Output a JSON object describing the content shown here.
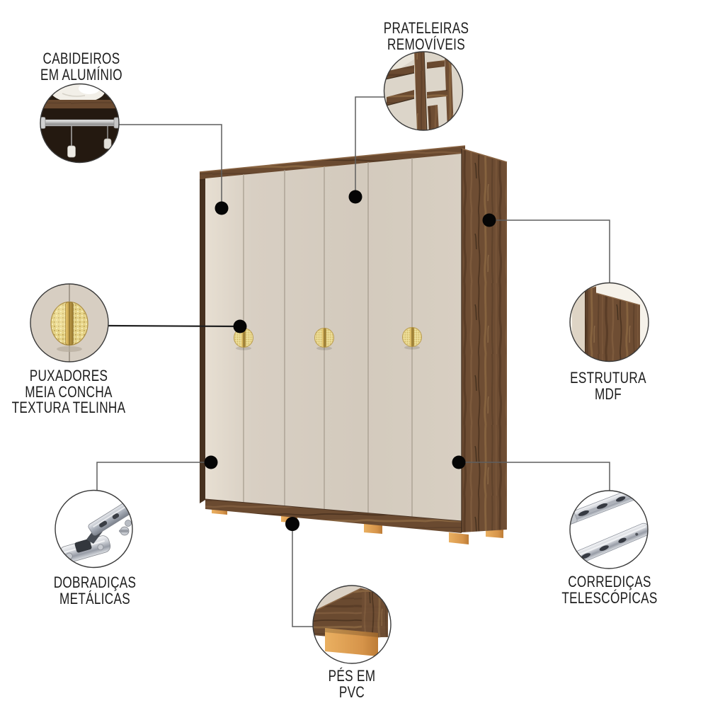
{
  "figure": {
    "kind": "product-feature-diagram",
    "subject": "6-door wardrobe with callout details",
    "background": "#ffffff"
  },
  "callouts": [
    {
      "id": "cabideiros",
      "icon": "aluminum-hanger-rod-icon",
      "label_lines": [
        "CABIDEIROS",
        "EM ALUMÍNIO"
      ]
    },
    {
      "id": "prateleiras",
      "icon": "removable-shelves-icon",
      "label_lines": [
        "PRATELEIRAS",
        "REMOVÍVEIS"
      ]
    },
    {
      "id": "puxadores",
      "icon": "half-shell-handle-icon",
      "label_lines": [
        "PUXADORES",
        "MEIA CONCHA",
        "TEXTURA TELINHA"
      ]
    },
    {
      "id": "estrutura",
      "icon": "mdf-panel-icon",
      "label_lines": [
        "ESTRUTURA",
        "MDF"
      ]
    },
    {
      "id": "dobradicas",
      "icon": "metal-hinge-icon",
      "label_lines": [
        "DOBRADIÇAS",
        "METÁLICAS"
      ]
    },
    {
      "id": "corredicas",
      "icon": "telescopic-slide-icon",
      "label_lines": [
        "CORREDIÇAS",
        "TELESCÓPICAS"
      ]
    },
    {
      "id": "pes",
      "icon": "pvc-foot-icon",
      "label_lines": [
        "PÉS EM",
        "PVC"
      ]
    }
  ],
  "product": {
    "doors": 6,
    "handles": 3,
    "visible_feet": 5
  },
  "colors": {
    "door_beige": "#d5ccc0",
    "wood_dark": "#6b4b31",
    "handle_gold": "#e8d88e",
    "foot_tan": "#d9994c",
    "callout_dot": "#000000",
    "connector_line": "#5f5f5f",
    "text": "#1c1c1c"
  }
}
